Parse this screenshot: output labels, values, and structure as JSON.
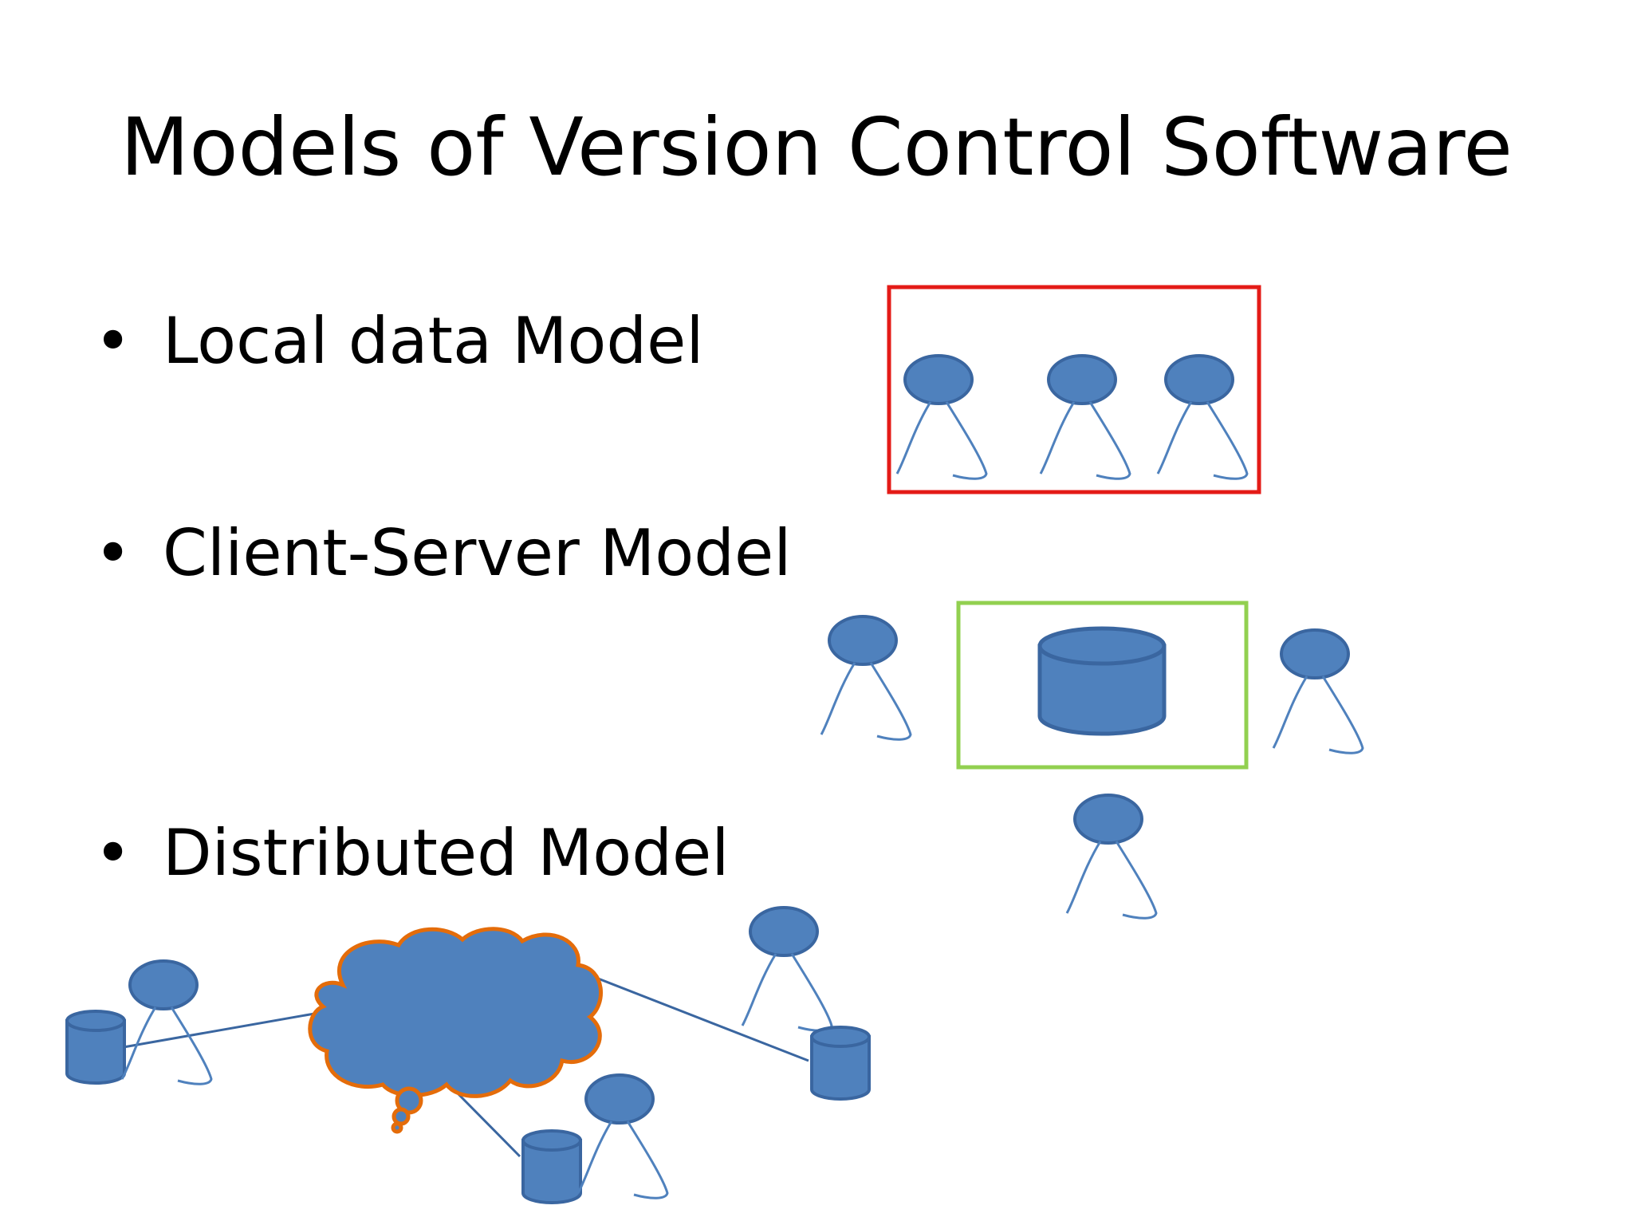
{
  "title": "Models of Version Control Software",
  "bullets": [
    {
      "label": "Local data Model"
    },
    {
      "label": "Client-Server Model"
    },
    {
      "label": "Distributed Model"
    }
  ],
  "colors": {
    "figure_fill": "#4f81bd",
    "figure_stroke": "#3a66a0",
    "local_frame": "#e41b17",
    "server_frame": "#92d050",
    "cloud_stroke": "#e46c0a",
    "link_line": "#3a66a0"
  },
  "icons": {
    "user": "person-icon",
    "repository": "database-cylinder-icon",
    "network": "cloud-icon"
  }
}
